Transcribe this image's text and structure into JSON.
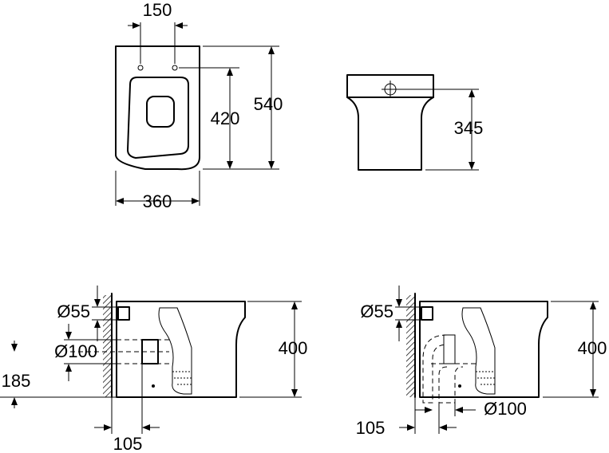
{
  "dimensions": {
    "top_hole_spacing": "150",
    "top_depth_to_holes": "420",
    "top_total_depth": "540",
    "top_width": "360",
    "front_height": "345",
    "side1_inlet_diameter": "Ø55",
    "side1_outlet_diameter": "Ø100",
    "side1_outlet_height": "185",
    "side1_height": "400",
    "side1_wall_offset": "105",
    "side2_inlet_diameter": "Ø55",
    "side2_height": "400",
    "side2_wall_offset": "105",
    "side2_outlet_diameter": "Ø100"
  }
}
